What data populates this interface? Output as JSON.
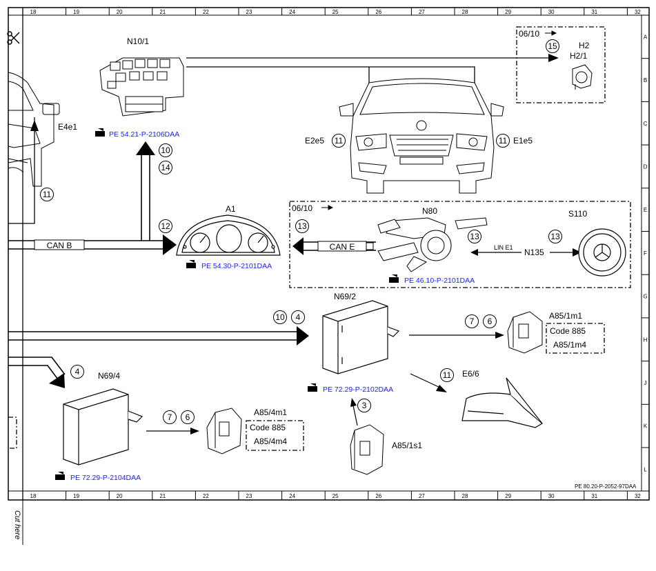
{
  "grid": {
    "columns": [
      "18",
      "19",
      "20",
      "21",
      "22",
      "23",
      "24",
      "25",
      "26",
      "27",
      "28",
      "29",
      "30",
      "31",
      "32"
    ],
    "rows": [
      "A",
      "B",
      "C",
      "D",
      "E",
      "F",
      "G",
      "H",
      "J",
      "K",
      "L"
    ]
  },
  "cut_here": "Cut here",
  "doc_ref": "PE 80.20-P-2052-97DAA",
  "labels": {
    "n10_1": "N10/1",
    "e4e1": "E4e1",
    "h2": "H2",
    "h2_1": "H2/1",
    "date1": "06/10",
    "date2": "06/10",
    "e2e5": "E2e5",
    "e1e5": "E1e5",
    "a1": "A1",
    "n80": "N80",
    "s110": "S110",
    "n135": "N135",
    "lin": "LIN E1",
    "can_b": "CAN B",
    "can_e": "CAN E",
    "n69_2": "N69/2",
    "a85_1m1": "A85/1m1",
    "code885_a": "Code 885",
    "a85_1m4": "A85/1m4",
    "n69_4": "N69/4",
    "a85_4m1": "A85/4m1",
    "code885_b": "Code 885",
    "a85_4m4": "A85/4m4",
    "a85_1s1": "A85/1s1",
    "e6_6": "E6/6"
  },
  "refs": {
    "r1": "PE 54.21-P-2106DAA",
    "r2": "PE 54.30-P-2101DAA",
    "r3": "PE 46.10-P-2101DAA",
    "r4": "PE 72.29-P-2102DAA",
    "r5": "PE 72.29-P-2104DAA"
  },
  "circles": {
    "c10": "10",
    "c14": "14",
    "c11_left": "11",
    "c12": "12",
    "c15": "15",
    "c11_e2e5": "11",
    "c11_e1e5": "11",
    "c13_a": "13",
    "c13_b": "13",
    "c13_c": "13",
    "c10b": "10",
    "c4b": "4",
    "c7": "7",
    "c6": "6",
    "c4": "4",
    "c7b": "7",
    "c6b": "6",
    "c3": "3",
    "c11_e66": "11"
  }
}
